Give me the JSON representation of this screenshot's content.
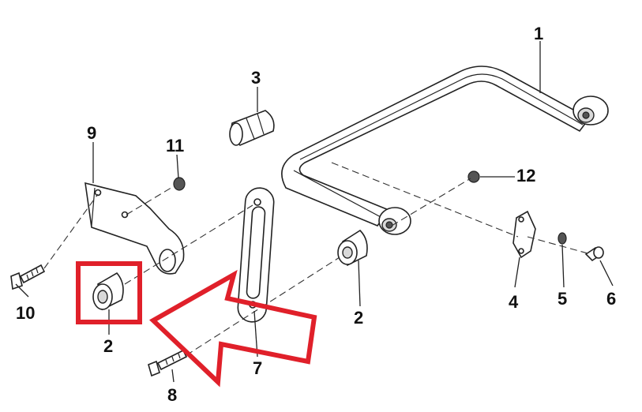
{
  "callouts": {
    "p1": "1",
    "p2_left": "2",
    "p2_right": "2",
    "p3": "3",
    "p4": "4",
    "p5": "5",
    "p6": "6",
    "p7": "7",
    "p8": "8",
    "p9": "9",
    "p10": "10",
    "p11": "11",
    "p12": "12"
  },
  "colors": {
    "highlight": "#e0202a",
    "line": "#222222",
    "part_fill": "#ffffff",
    "label": "#111111"
  },
  "annotations": {
    "highlight_box_target": "p2_left",
    "arrow_points_to": "p2_left"
  }
}
